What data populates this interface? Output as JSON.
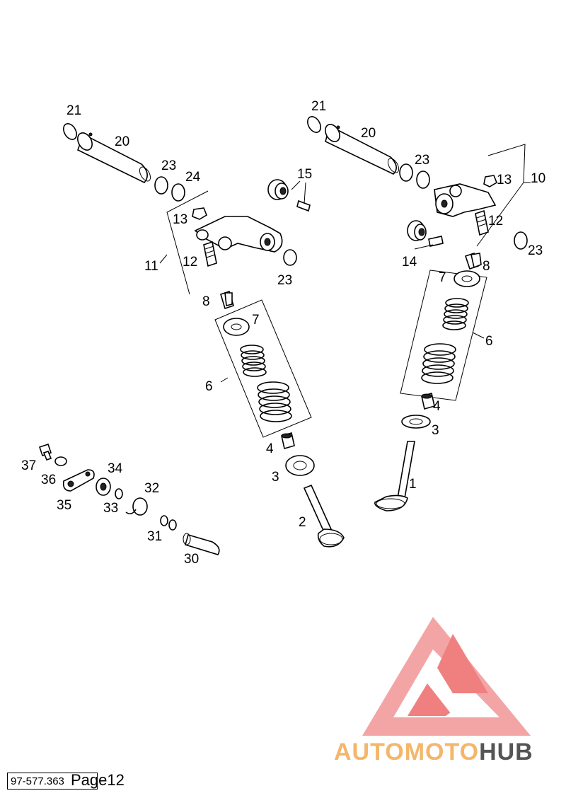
{
  "diagram": {
    "labels": {
      "l21a": "21",
      "l20a": "20",
      "l23a": "23",
      "l24": "24",
      "l15": "15",
      "l13a": "13",
      "l11": "11",
      "l12a": "12",
      "l23b": "23",
      "l8a": "8",
      "l7a": "7",
      "l6a": "6",
      "l4a": "4",
      "l3a": "3",
      "l2": "2",
      "l21b": "21",
      "l20b": "20",
      "l23c": "23",
      "l13b": "13",
      "l10": "10",
      "l12b": "12",
      "l14": "14",
      "l23d": "23",
      "l8b": "8",
      "l7b": "7",
      "l6b": "6",
      "l4b": "4",
      "l3b": "3",
      "l1": "1",
      "l37": "37",
      "l36": "36",
      "l35": "35",
      "l34": "34",
      "l33": "33",
      "l32": "32",
      "l31": "31",
      "l30": "30"
    }
  },
  "watermark": {
    "brand_part1": "AUTOMOTO",
    "brand_part2": "HUB",
    "color_primary": "#F08080",
    "color_secondary": "#F5B75A",
    "color_dark": "#555555"
  },
  "footer": {
    "code": "97-577.363",
    "page": "Page12"
  }
}
